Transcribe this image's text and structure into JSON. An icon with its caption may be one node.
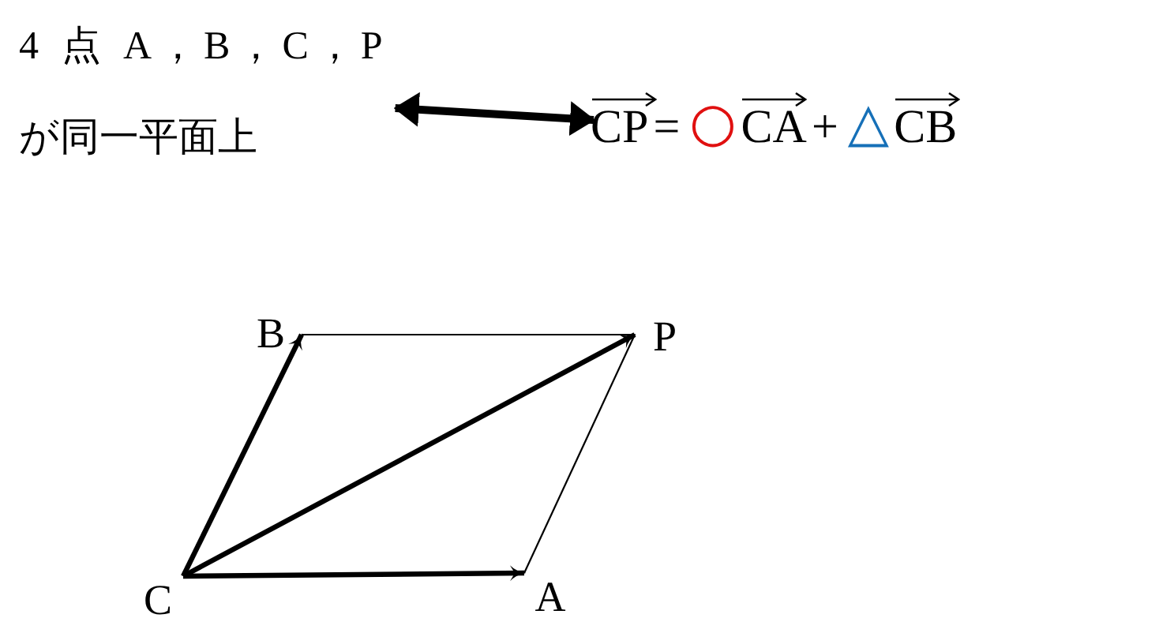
{
  "diagram": {
    "nodes": [
      {
        "text": [
          "4 点 A，B，C，P",
          "が同一平面上"
        ]
      },
      {
        "text": [
          "CP",
          "=",
          "○",
          "CA",
          "+",
          "△",
          "CB"
        ]
      },
      {
        "text": [
          "B"
        ]
      },
      {
        "text": [
          "P"
        ]
      },
      {
        "text": [
          "C"
        ]
      },
      {
        "text": [
          "A"
        ]
      }
    ],
    "edges": [
      {
        "from": 0,
        "to": 1,
        "arrow": "both"
      },
      {
        "from": 4,
        "to": 5,
        "arrow": "to"
      },
      {
        "from": 4,
        "to": 2,
        "arrow": "to"
      },
      {
        "from": 4,
        "to": 3,
        "arrow": "to"
      },
      {
        "from": 2,
        "to": 3,
        "arrow": "none"
      },
      {
        "from": 5,
        "to": 3,
        "arrow": "none"
      }
    ]
  }
}
